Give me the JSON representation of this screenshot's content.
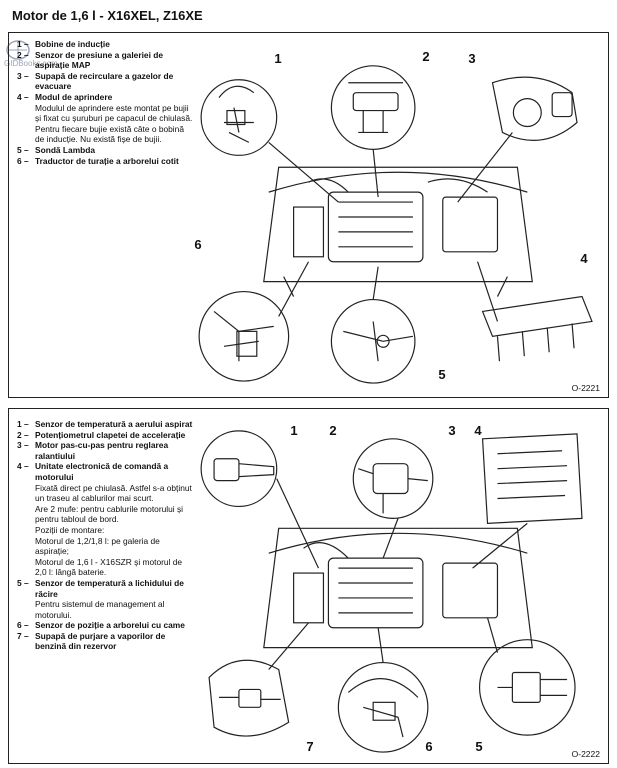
{
  "title": "Motor de 1,6 l - X16XEL, Z16XE",
  "watermark_text": "GIDBooks.com",
  "figure1": {
    "code": "O-2221",
    "legend": [
      {
        "num": "1 –",
        "label": "Bobine de inducție"
      },
      {
        "num": "2 –",
        "label": "Senzor de presiune a galeriei de aspirație MAP"
      },
      {
        "num": "3 –",
        "label": "Supapă de recirculare a gazelor de evacuare"
      },
      {
        "num": "4 –",
        "label": "Modul de aprindere",
        "note": "Modulul de aprindere este montat pe bujii și fixat cu șuruburi pe capacul de chiulasă. Pentru fiecare bujie există câte o bobină de inducție. Nu există fișe de bujii."
      },
      {
        "num": "5 –",
        "label": "Sondă Lambda"
      },
      {
        "num": "6 –",
        "label": "Traductor de turație a arborelui cotit"
      }
    ],
    "callouts": [
      "1",
      "2",
      "3",
      "4",
      "5",
      "6"
    ]
  },
  "figure2": {
    "code": "O-2222",
    "legend": [
      {
        "num": "1 –",
        "label": "Senzor de temperatură a aerului aspirat"
      },
      {
        "num": "2 –",
        "label": "Potențiometrul clapetei de accelerație"
      },
      {
        "num": "3 –",
        "label": "Motor pas-cu-pas pentru reglarea ralantiului"
      },
      {
        "num": "4 –",
        "label": "Unitate electronică de comandă a motorului",
        "note": "Fixată direct pe chiulasă. Astfel s-a obținut un traseu al cablurilor mai scurt."
      },
      {
        "num": "",
        "label": "",
        "note": "Are 2 mufe: pentru cablurile motorului și pentru tabloul de bord."
      },
      {
        "num": "",
        "label": "",
        "note": "Poziții de montare:"
      },
      {
        "num": "",
        "label": "",
        "note": "Motorul de 1,2/1,8 l: pe galeria de aspirație;"
      },
      {
        "num": "",
        "label": "",
        "note": "Motorul de 1,6 l - X16SZR și motorul de 2,0 l: lângă baterie."
      },
      {
        "num": "5 –",
        "label": "Senzor de temperatură a lichidului de răcire",
        "note": "Pentru sistemul de management al motorului."
      },
      {
        "num": "6 –",
        "label": "Senzor de poziție a arborelui cu came"
      },
      {
        "num": "7 –",
        "label": "Supapă de purjare a vaporilor de benzină din rezervor"
      }
    ],
    "callouts": [
      "1",
      "2",
      "3",
      "4",
      "5",
      "6",
      "7"
    ]
  }
}
